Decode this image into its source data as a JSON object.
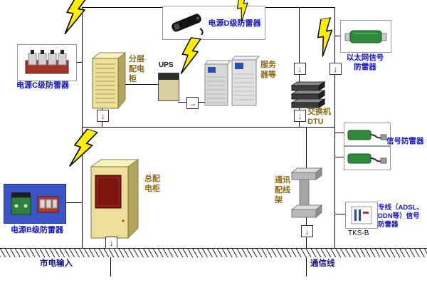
{
  "colors": {
    "label_blue": "#1414c8",
    "label_brown": "#8b6914",
    "label_navy": "#10107e",
    "arrow_red": "#d40000",
    "lightning": "#ffee00",
    "cabinet_front": "#ece09b",
    "cabinet_side": "#b3a65c",
    "cabinet_top": "#faf2bd",
    "panel_red": "#7e1410",
    "box_blue": "#3a55c8",
    "line_black": "#000000"
  },
  "arrows": {
    "down": "↓",
    "right": "→"
  },
  "diagram": {
    "power_d_protector": {
      "label": "电源D级防雷器"
    },
    "power_c_protector": {
      "label": "电源C级防雷器"
    },
    "power_b_protector": {
      "label": "电源B级防雷器"
    },
    "ethernet_protector": {
      "label": "以太网信号\n防雷器"
    },
    "signal_protector": {
      "label": "信号防雷器"
    },
    "dedicated_line_protector": {
      "label": "专线（ADSL、\nDDN等）信号\n防雷器",
      "model": "TKS-B"
    },
    "distribution_cabinet": {
      "label": "分层\n配电\n柜"
    },
    "ups": {
      "label": "UPS"
    },
    "servers": {
      "label": "服务\n器等"
    },
    "switch_dtu": {
      "label": "交换机\nDTU"
    },
    "main_cabinet": {
      "label": "总配\n电柜"
    },
    "comm_frame": {
      "label": "通讯\n配线\n架"
    },
    "mains_input": {
      "label": "市电输入"
    },
    "comm_line": {
      "label": "通信线"
    }
  }
}
